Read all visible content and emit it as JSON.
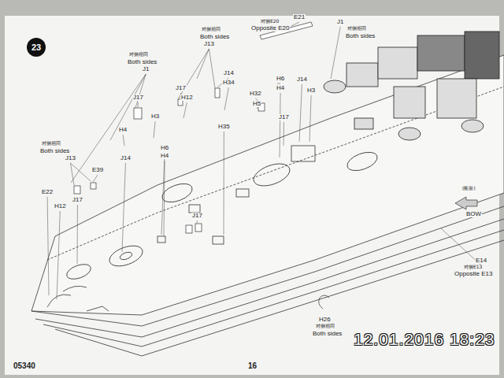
{
  "diagram": {
    "nodes": [
      {
        "text": [
          "23"
        ]
      }
    ],
    "labels": [
      "对侧相同",
      "Both sides",
      "J1",
      "对侧相同",
      "Both sides",
      "J13",
      "E21",
      "对侧E20",
      "Opposite E20",
      "J1",
      "对侧相同",
      "Both sides",
      "J14",
      "H34",
      "J17",
      "H12",
      "J17",
      "H3",
      "H4",
      "H6",
      "H4",
      "J14",
      "H3",
      "H32",
      "H5",
      "J17",
      "H35",
      "H6",
      "H4",
      "对侧相同",
      "Both sides",
      "J13",
      "J14",
      "E39",
      "E22",
      "J17",
      "H12",
      "J17",
      "(船首)",
      "BOW",
      "E14",
      "对侧E13",
      "Opposite E13",
      "H26",
      "对侧相同",
      "Both sides",
      "05340",
      "16",
      "12.01.2016 18:23"
    ]
  }
}
